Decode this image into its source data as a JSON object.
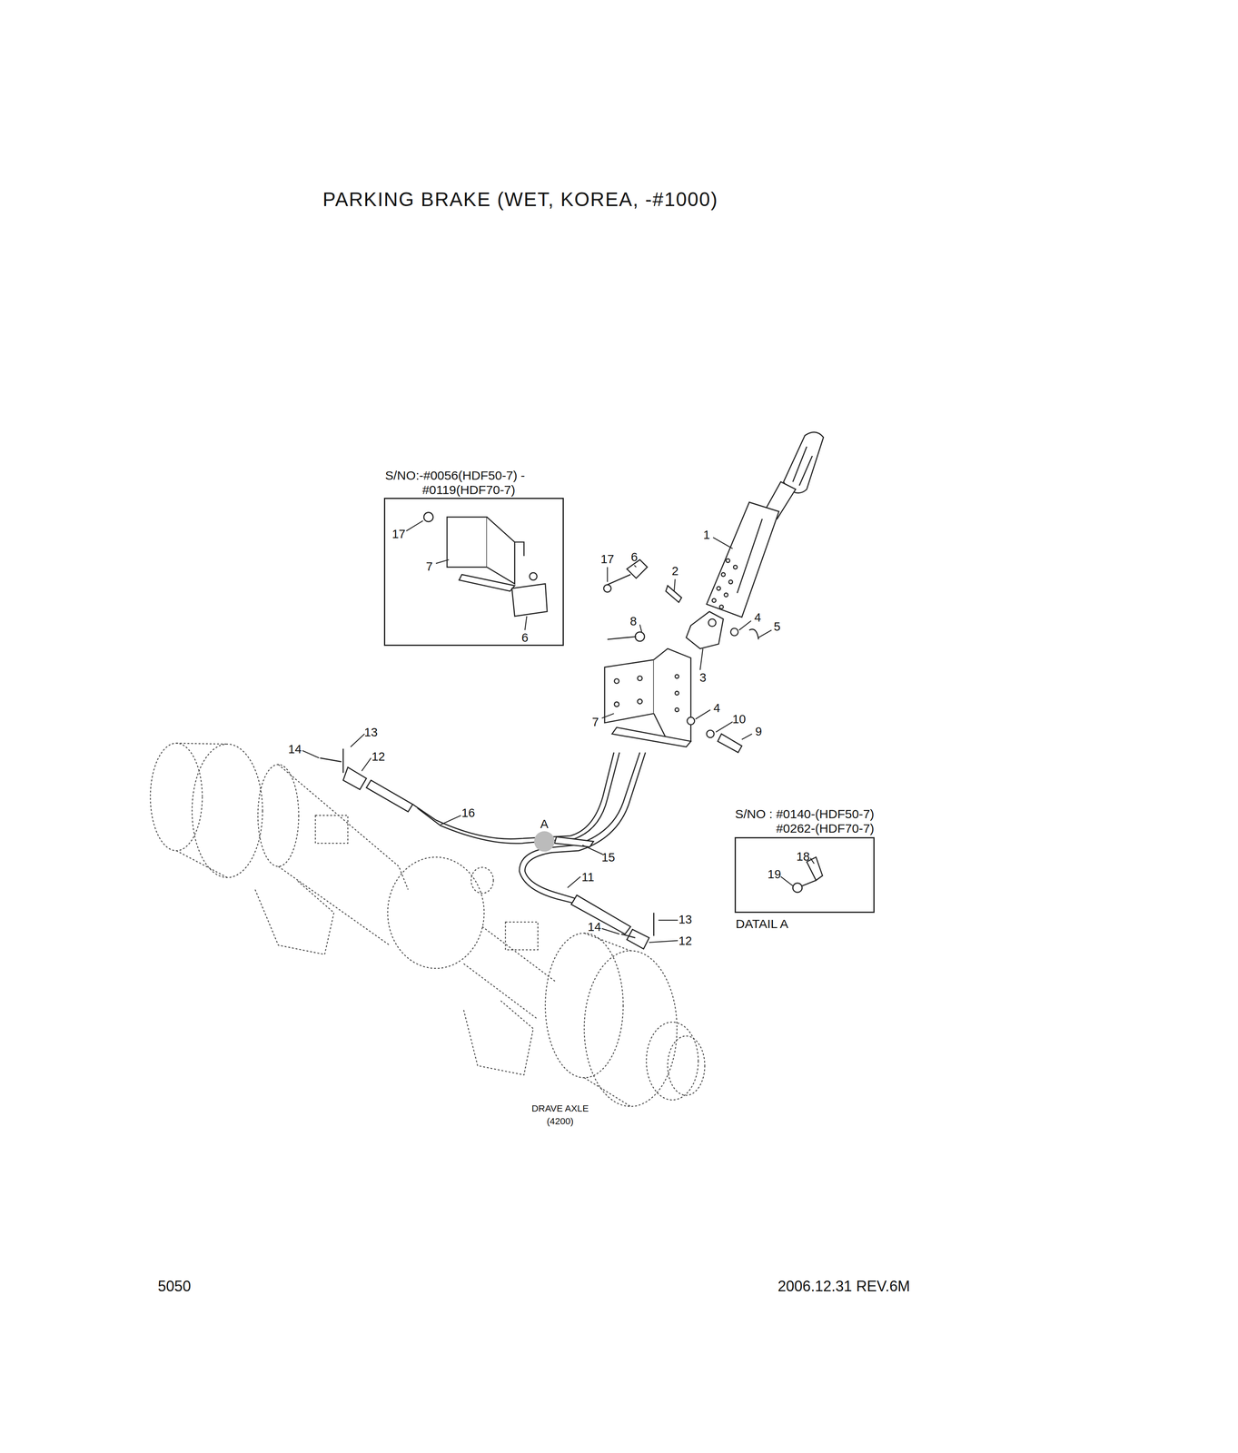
{
  "diagram": {
    "title": "PARKING BRAKE (WET, KOREA, -#1000)",
    "nodes": [
      {
        "text": [
          "S/NO:-#0056(HDF50-7) -#0119(HDF70-7)"
        ]
      },
      {
        "text": [
          "S/NO : #0140-(HDF50-7) #0262-(HDF70-7)",
          "DATAIL A"
        ]
      }
    ],
    "labels": [
      "1",
      "17",
      "6",
      "2",
      "8",
      "4",
      "5",
      "3",
      "7",
      "4",
      "10",
      "9",
      "13",
      "14",
      "12",
      "16",
      "A",
      "15",
      "11",
      "13",
      "14",
      "12",
      "17",
      "7",
      "6",
      "18",
      "19",
      "DRAVE AXLE",
      "(4200)",
      "5050",
      "2006.12.31 REV.6M"
    ]
  }
}
